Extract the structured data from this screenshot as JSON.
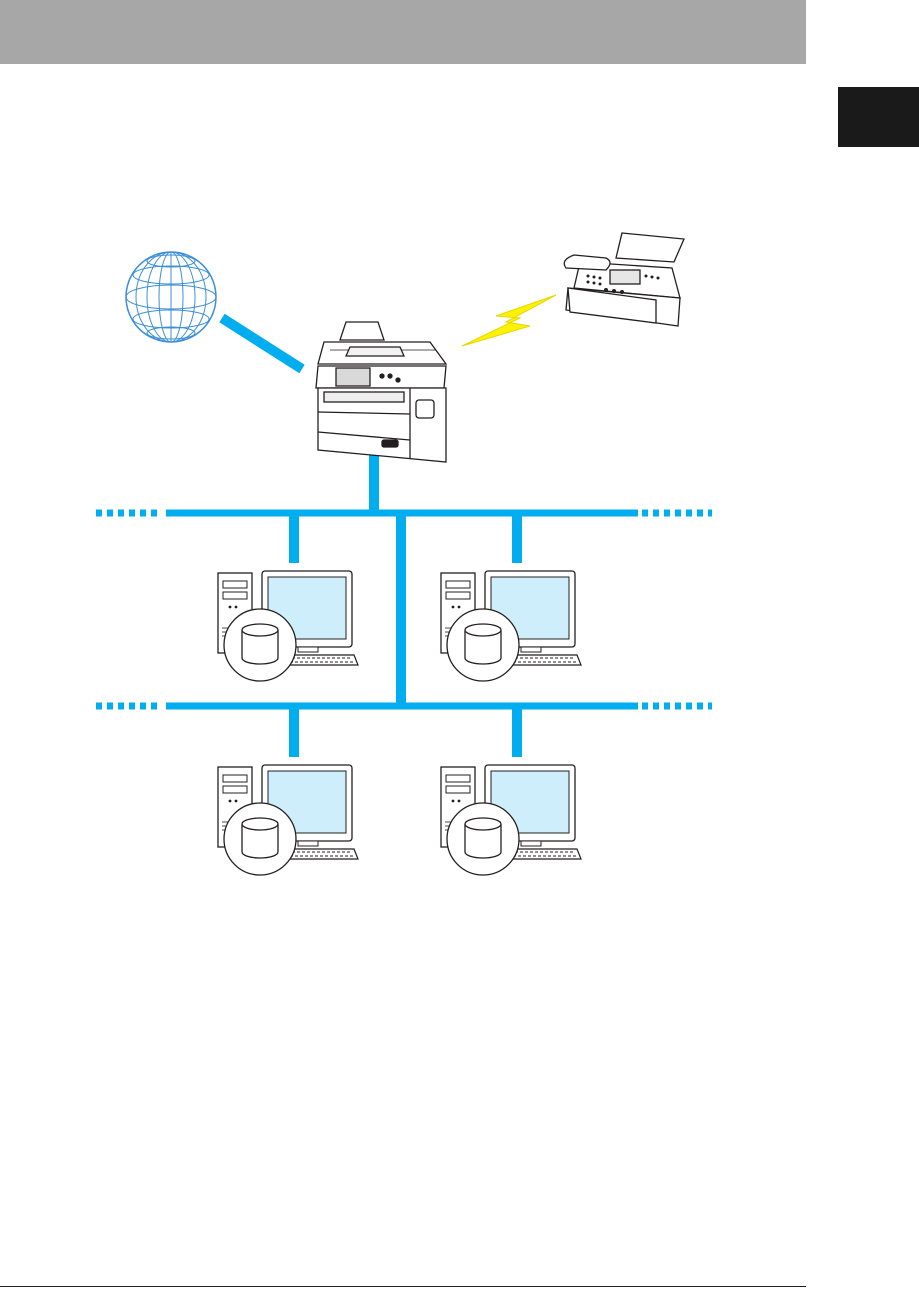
{
  "colors": {
    "header_band": "#a7a7a7",
    "chapter_tab": "#1a1a1a",
    "network_line": "#00aeef",
    "globe_lines": "#3d8fd6",
    "lightning": "#fff200",
    "monitor_screen": "#cdeefa"
  },
  "diagram": {
    "nodes": [
      "globe-icon",
      "multifunction-printer-icon",
      "fax-machine-icon",
      "computer-icon",
      "computer-icon",
      "computer-icon",
      "computer-icon"
    ],
    "connections": [
      {
        "from": "globe-icon",
        "to": "multifunction-printer-icon",
        "style": "solid-line"
      },
      {
        "from": "multifunction-printer-icon",
        "to": "fax-machine-icon",
        "style": "lightning-bolt"
      },
      {
        "from": "multifunction-printer-icon",
        "to": "network-bus",
        "style": "solid-line"
      }
    ],
    "network_buses": 2,
    "computers_per_bus": 2
  }
}
